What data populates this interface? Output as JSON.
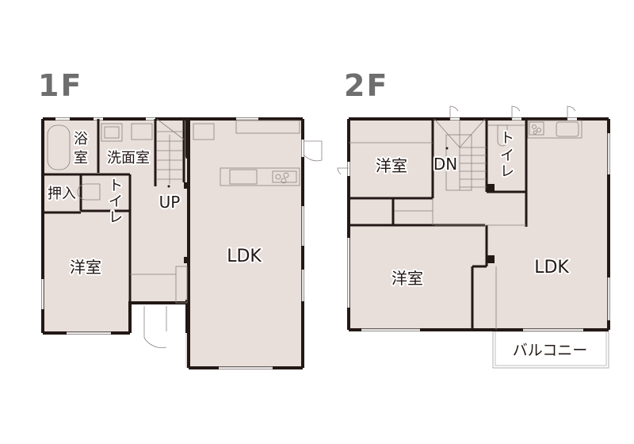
{
  "floors": [
    {
      "title": "1F",
      "rooms": {
        "bath": "浴室",
        "bath_line1": "浴",
        "bath_line2": "室",
        "washroom": "洗面室",
        "closet": "押入",
        "toilet": "トイレ",
        "toilet_c1": "ト",
        "toilet_c2": "イ",
        "toilet_c3": "レ",
        "stairs": "UP",
        "bedroom": "洋室",
        "ldk": "LDK"
      }
    },
    {
      "title": "2F",
      "rooms": {
        "bedroom_north": "洋室",
        "stairs": "DN",
        "toilet": "トイレ",
        "toilet_c1": "ト",
        "toilet_c2": "イ",
        "toilet_c3": "レ",
        "bedroom_south": "洋室",
        "ldk": "LDK",
        "balcony": "バルコニー"
      }
    }
  ],
  "colors": {
    "floor_fill": "#e8deda",
    "wall": "#231815",
    "title": "#6e6e6e",
    "fixture_line": "#8a8280"
  }
}
